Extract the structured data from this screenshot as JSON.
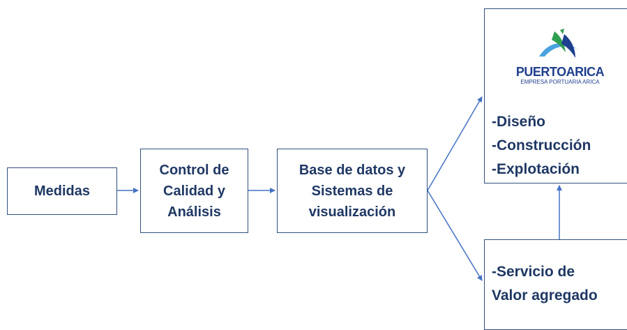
{
  "diagram": {
    "medidas": "Medidas",
    "control": [
      "Control de",
      "Calidad y",
      "Análisis"
    ],
    "base": [
      "Base de datos y",
      "Sistemas de",
      "visualización"
    ],
    "outputs": [
      "-Diseño",
      "-Construcción",
      "-Explotación"
    ],
    "servicio": [
      "-Servicio de",
      "Valor agregado"
    ],
    "logo": {
      "name": "PUERTOARICA",
      "subtitle": "EMPRESA PORTUARIA ARICA"
    }
  },
  "colors": {
    "text": "#1f3864",
    "border": "#2f4f7f",
    "arrow": "#4472c4",
    "logo_blue": "#1f3f8f",
    "logo_green": "#2e9e4f",
    "logo_light": "#4aa3df"
  }
}
